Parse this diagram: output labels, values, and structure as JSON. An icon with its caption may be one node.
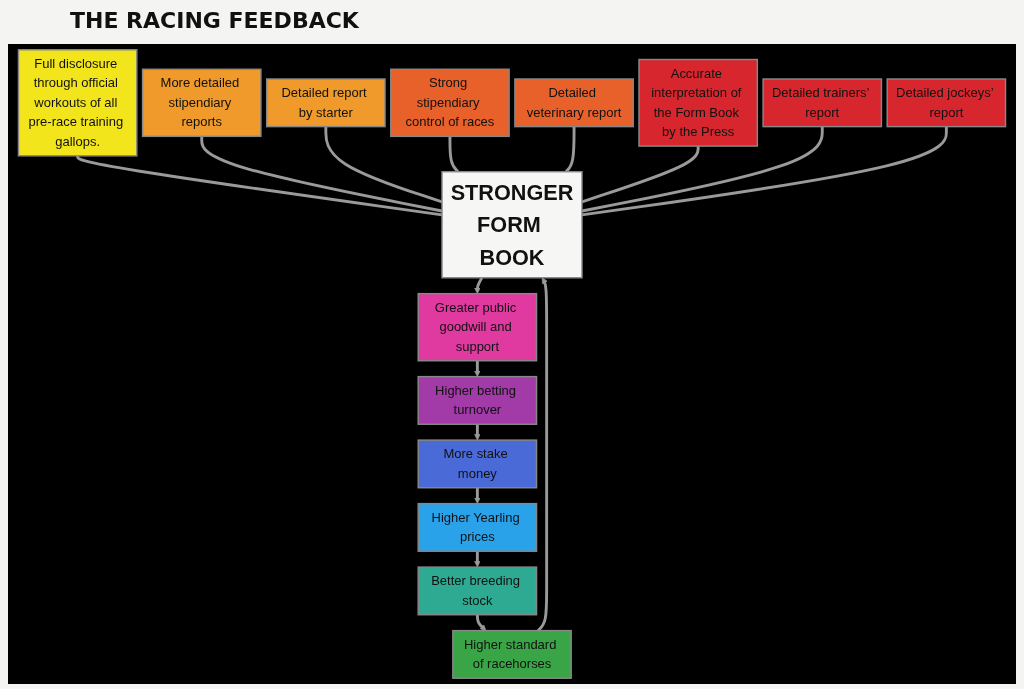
{
  "diagram": {
    "title": "THE RACING FEEDBACK",
    "nodes": [
      {
        "text": [
          "Full disclosure through official workouts of all pre-race training gallops."
        ]
      },
      {
        "text": [
          "More detailed stipendiary reports"
        ]
      },
      {
        "text": [
          "Detailed report by starter"
        ]
      },
      {
        "text": [
          "Strong stipendiary control of races"
        ]
      },
      {
        "text": [
          "Detailed veterinary report"
        ]
      },
      {
        "text": [
          "Accurate interpretation of the Form Book by the Press"
        ]
      },
      {
        "text": [
          "Detailed trainers’ report"
        ]
      },
      {
        "text": [
          "Detailed jockeys’ report"
        ]
      },
      {
        "text": [
          "STRONGER",
          "FORM BOOK"
        ]
      },
      {
        "text": [
          "Higher standard of racehorses"
        ]
      },
      {
        "text": [
          "Greater public goodwill and support"
        ]
      },
      {
        "text": [
          "Better breeding stock"
        ]
      },
      {
        "text": [
          "Higher betting turnover"
        ]
      },
      {
        "text": [
          "Higher Yearling prices"
        ]
      },
      {
        "text": [
          "More stake money"
        ]
      }
    ],
    "edges": [
      {
        "from": 0,
        "to": 8,
        "arrow": "none"
      },
      {
        "from": 1,
        "to": 8,
        "arrow": "none"
      },
      {
        "from": 2,
        "to": 8,
        "arrow": "none"
      },
      {
        "from": 3,
        "to": 8,
        "arrow": "none"
      },
      {
        "from": 4,
        "to": 8,
        "arrow": "none"
      },
      {
        "from": 5,
        "to": 8,
        "arrow": "none"
      },
      {
        "from": 6,
        "to": 8,
        "arrow": "none"
      },
      {
        "from": 7,
        "to": 8,
        "arrow": "none"
      },
      {
        "from": 8,
        "to": 10,
        "arrow": "to"
      },
      {
        "from": 10,
        "to": 12,
        "arrow": "to"
      },
      {
        "from": 12,
        "to": 14,
        "arrow": "to"
      },
      {
        "from": 14,
        "to": 13,
        "arrow": "to"
      },
      {
        "from": 13,
        "to": 11,
        "arrow": "to"
      },
      {
        "from": 11,
        "to": 9,
        "arrow": "to"
      },
      {
        "from": 9,
        "to": 8,
        "arrow": "to"
      }
    ]
  }
}
